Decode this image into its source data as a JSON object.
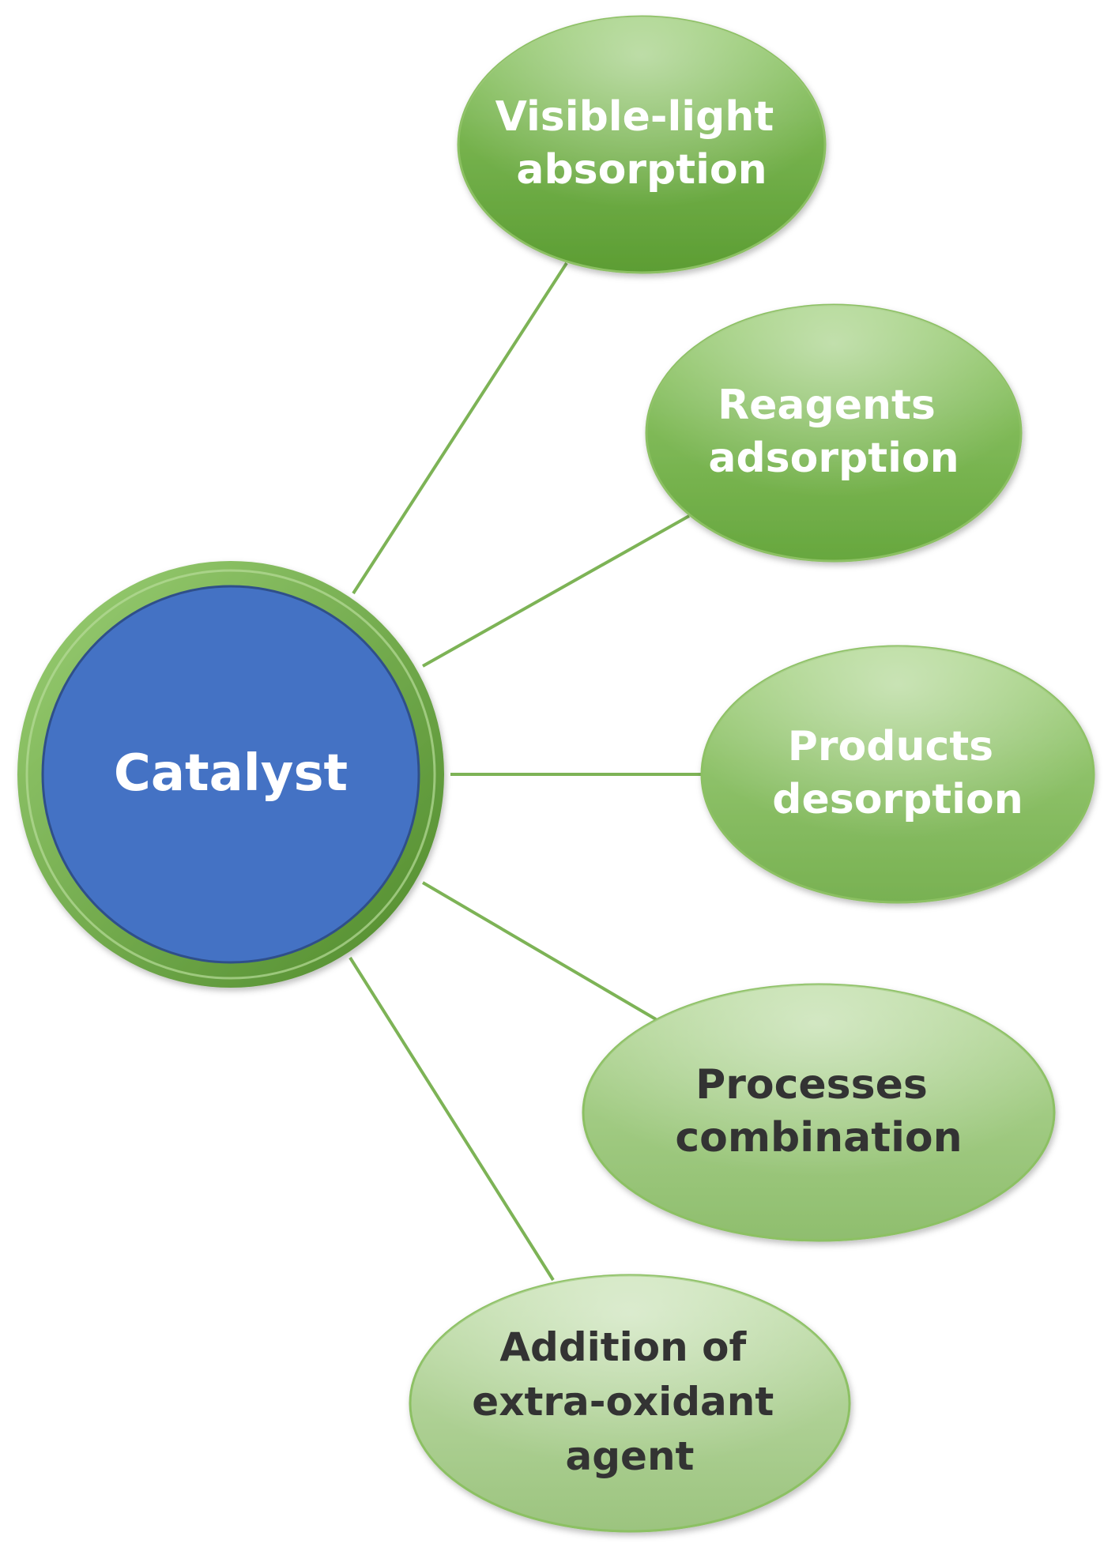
{
  "center": {
    "label": "Catalyst",
    "fill": "#4472C4",
    "ring": "#6AA33E",
    "text_color": "#FFFFFF"
  },
  "nodes": [
    {
      "id": "visible-light-absorption",
      "lines": [
        "Visible-light",
        "absorption"
      ],
      "fill_top": "#8FC767",
      "fill_bottom": "#5C9D33",
      "text_color": "#FFFFFF"
    },
    {
      "id": "reagents-adsorption",
      "lines": [
        "Reagents",
        "adsorption"
      ],
      "fill_top": "#97CB70",
      "fill_bottom": "#67A73E",
      "text_color": "#FFFFFF"
    },
    {
      "id": "products-desorption",
      "lines": [
        "Products",
        "desorption"
      ],
      "fill_top": "#A3D17F",
      "fill_bottom": "#78B152",
      "text_color": "#FFFFFF"
    },
    {
      "id": "processes-combination",
      "lines": [
        "Processes",
        "combination"
      ],
      "fill_top": "#B4D898",
      "fill_bottom": "#8FBE6E",
      "text_color": "#333333"
    },
    {
      "id": "addition-of-extra-oxidant-agent",
      "lines": [
        "Addition of",
        "extra-oxidant",
        "agent"
      ],
      "fill_top": "#C3DFAD",
      "fill_bottom": "#9CC47F",
      "text_color": "#333333"
    }
  ],
  "connector_color": "#7DB356"
}
